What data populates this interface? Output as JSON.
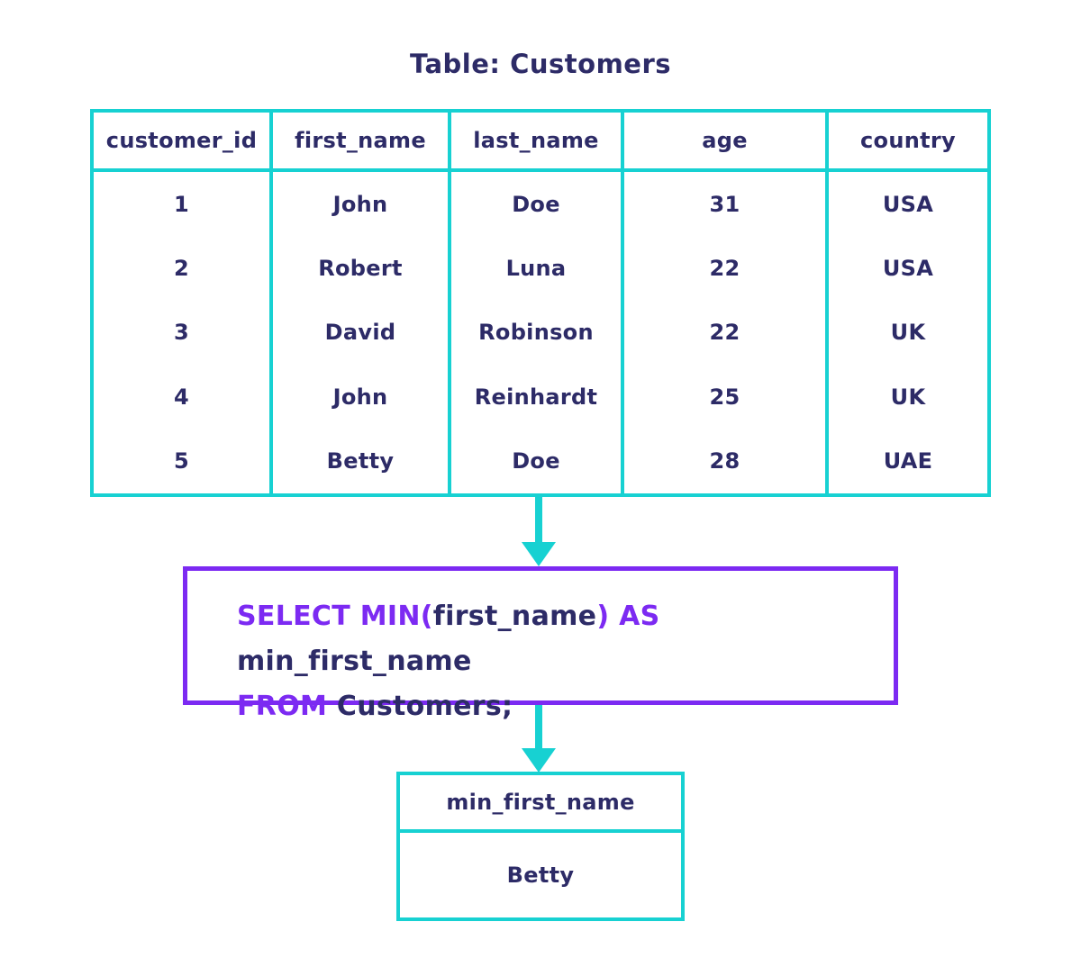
{
  "title": "Table: Customers",
  "colors": {
    "accent_cyan": "#17d1d2",
    "accent_purple": "#7c2af2",
    "text_navy": "#2d2b67",
    "background": "#ffffff"
  },
  "table": {
    "headers": [
      "customer_id",
      "first_name",
      "last_name",
      "age",
      "country"
    ],
    "rows": [
      [
        "1",
        "John",
        "Doe",
        "31",
        "USA"
      ],
      [
        "2",
        "Robert",
        "Luna",
        "22",
        "USA"
      ],
      [
        "3",
        "David",
        "Robinson",
        "22",
        "UK"
      ],
      [
        "4",
        "John",
        "Reinhardt",
        "25",
        "UK"
      ],
      [
        "5",
        "Betty",
        "Doe",
        "28",
        "UAE"
      ]
    ]
  },
  "sql": {
    "full_text": "SELECT MIN(first_name) AS min_first_name FROM Customers;",
    "lines": [
      {
        "segments": [
          {
            "text": "SELECT MIN(",
            "kind": "keyword"
          },
          {
            "text": "first_name",
            "kind": "identifier"
          },
          {
            "text": ") AS ",
            "kind": "keyword"
          },
          {
            "text": "min_first_name",
            "kind": "identifier"
          }
        ]
      },
      {
        "segments": [
          {
            "text": "FROM ",
            "kind": "keyword"
          },
          {
            "text": "Customers;",
            "kind": "identifier"
          }
        ]
      }
    ]
  },
  "result": {
    "header": "min_first_name",
    "value": "Betty"
  }
}
